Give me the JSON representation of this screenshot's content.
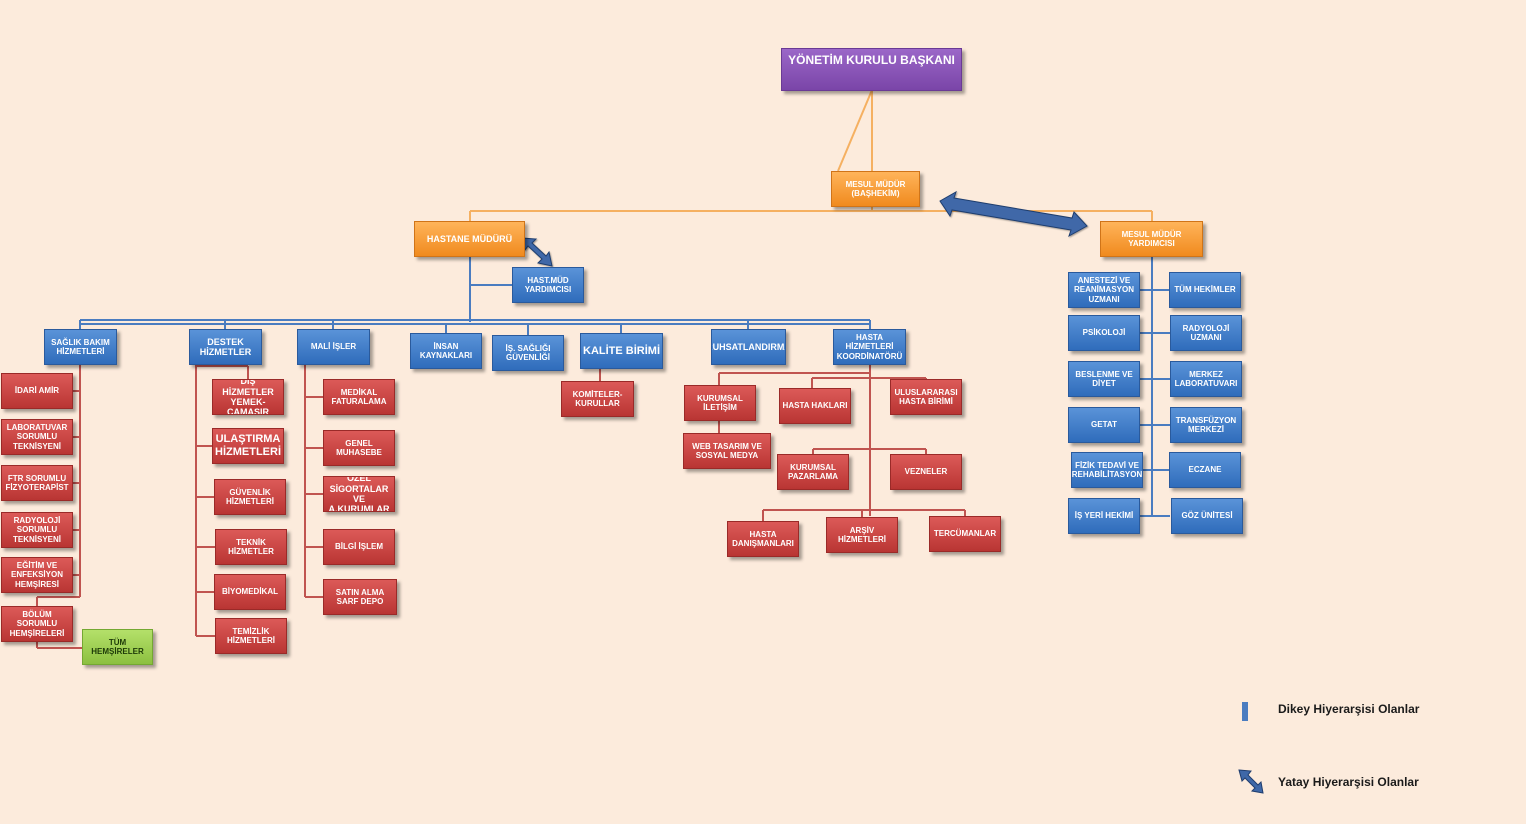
{
  "colors": {
    "background": "#fcebdc",
    "vertical_line": "#4a7cc0",
    "connector_orange": "#f5b061",
    "connector_red": "#c05450",
    "arrow": "#3f68a8"
  },
  "nodes": {
    "ykb": "YÖNETİM KURULU BAŞKANI",
    "mm": "MESUL MÜDÜR (BAŞHEKİM)",
    "hm": "HASTANE MÜDÜRÜ",
    "mmy": "MESUL MÜDÜR YARDIMCISI",
    "hmy": "HAST.MÜD YARDIMCISI",
    "sbh": "SAĞLIK BAKIM HİZMETLERİ",
    "dh": "DESTEK HİZMETLER",
    "mi": "MALİ İŞLER",
    "ik": "İNSAN KAYNAKLARI",
    "isg": "İŞ. SAĞLIĞI GÜVENLİĞİ",
    "kb": "KALİTE BİRİMİ",
    "ruh": "RUHSATLANDIRMA",
    "hhk": "HASTA HİZMETLERİ KOORDİNATÖRÜ",
    "ia": "İDARİ AMİR",
    "lst": "LABORATUVAR SORUMLU TEKNİSYENİ",
    "ftr": "FTR SORUMLU FİZYOTERAPİST",
    "rst": "RADYOLOJİ SORUMLU TEKNİSYENİ",
    "eeh": "EĞİTİM VE ENFEKSİYON HEMŞİRESİ",
    "bsh": "BÖLÜM SORUMLU HEMŞİRELERİ",
    "th": "TÜM HEMŞİRELER",
    "dish": "DIŞ HİZMETLER YEMEK- ÇAMAŞIR",
    "ulh": "ULAŞTIRMA HİZMETLERİ",
    "guh": "GÜVENLİK HİZMETLERİ",
    "teh": "TEKNİK HİZMETLER",
    "biy": "BİYOMEDİKAL",
    "tmh": "TEMİZLİK HİZMETLERİ",
    "mf": "MEDİKAL FATURALAMA",
    "gm": "GENEL MUHASEBE",
    "osk": "ÖZEL SİGORTALAR VE A.KURUMLAR",
    "bi": "BİLGİ İŞLEM",
    "sas": "SATIN ALMA SARF DEPO",
    "kk": "KOMİTELER- KURULLAR",
    "ki": "KURUMSAL İLETİŞİM",
    "ws": "WEB TASARIM VE SOSYAL MEDYA",
    "hh": "HASTA HAKLARI",
    "uhb": "ULUSLARARASI HASTA BİRİMİ",
    "kp": "KURUMSAL PAZARLAMA",
    "vez": "VEZNELER",
    "hd": "HASTA DANIŞMANLARI",
    "arh": "ARŞİV HİZMETLERİ",
    "ter": "TERCÜMANLAR",
    "ars": "ANESTEZİ VE REANİMASYON UZMANI",
    "psi": "PSİKOLOJİ",
    "bvd": "BESLENME VE DİYET",
    "get": "GETAT",
    "ftv": "FİZİK TEDAVİ VE REHABİLİTASYON",
    "iyh": "İŞ YERİ HEKİMİ",
    "the": "TÜM HEKİMLER",
    "ru": "RADYOLOJİ UZMANI",
    "ml": "MERKEZ LABORATUVARI",
    "tm": "TRANSFÜZYON MERKEZİ",
    "ecz": "ECZANE",
    "gu": "GÖZ ÜNİTESİ"
  },
  "legend": {
    "vertical_label": "Dikey Hiyerarşisi Olanlar",
    "horizontal_label": "Yatay Hiyerarşisi Olanlar"
  }
}
